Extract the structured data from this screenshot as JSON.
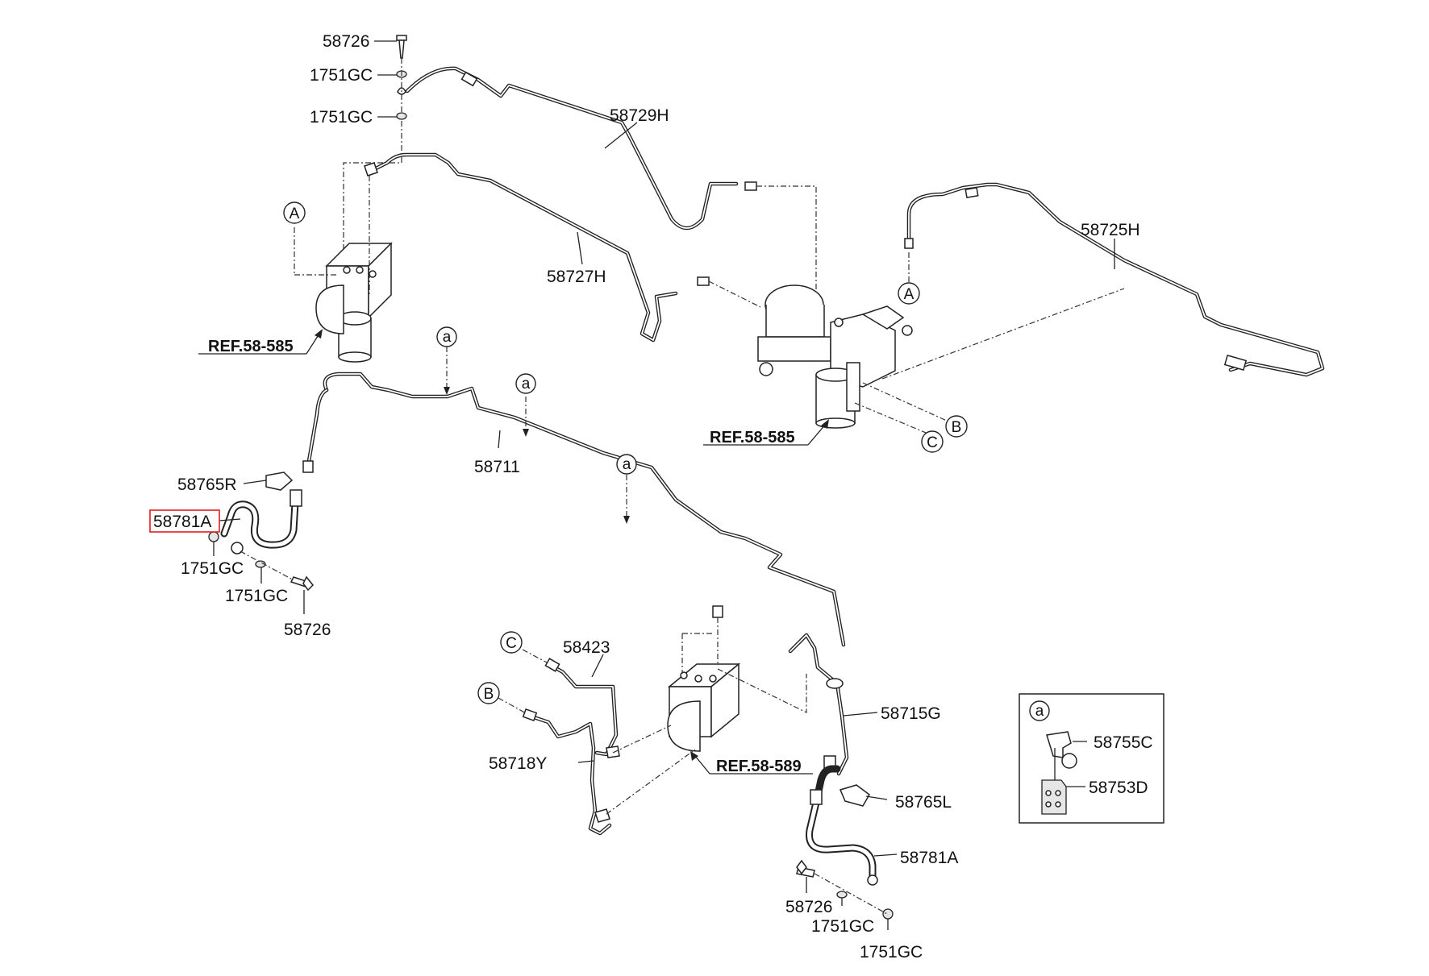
{
  "labels": {
    "p58726_top": "58726",
    "p1751gc_top1": "1751GC",
    "p1751gc_top2": "1751GC",
    "p58729h": "58729H",
    "p58727h": "58727H",
    "p58725h": "58725H",
    "p58711": "58711",
    "p58765r": "58765R",
    "p58781a_left": "58781A",
    "p1751gc_left1": "1751GC",
    "p1751gc_left2": "1751GC",
    "p58726_left": "58726",
    "p58423": "58423",
    "p58718y": "58718Y",
    "p58715g": "58715G",
    "p58765l": "58765L",
    "p58781a_right": "58781A",
    "p58726_bottom": "58726",
    "p1751gc_bottom1": "1751GC",
    "p1751gc_bottom2": "1751GC",
    "p58755c": "58755C",
    "p58753d": "58753D"
  },
  "refs": {
    "ref_left": "REF.58-585",
    "ref_mid": "REF.58-585",
    "ref_bottom": "REF.58-589"
  },
  "callouts": {
    "A1": "A",
    "A2": "A",
    "a1": "a",
    "a2": "a",
    "a3": "a",
    "a_inset": "a",
    "B1": "B",
    "B2": "B",
    "C1": "C",
    "C2": "C"
  },
  "highlight": {
    "part": "58781A",
    "color": "#e02020"
  }
}
